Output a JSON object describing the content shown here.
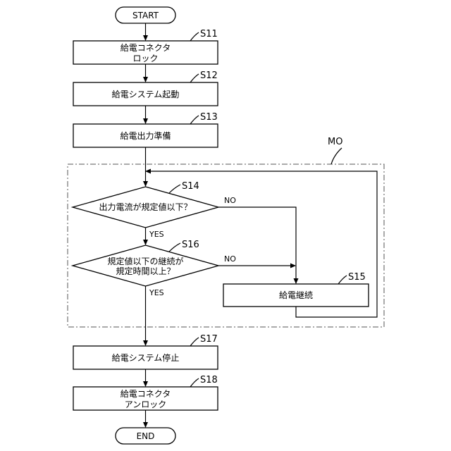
{
  "terminals": {
    "start": "START",
    "end": "END"
  },
  "steps": {
    "s11": {
      "id": "S11",
      "lines": [
        "給電コネクタ",
        "ロック"
      ]
    },
    "s12": {
      "id": "S12",
      "lines": [
        "給電システム起動"
      ]
    },
    "s13": {
      "id": "S13",
      "lines": [
        "給電出力準備"
      ]
    },
    "s14": {
      "id": "S14",
      "lines": [
        "出力電流が規定値以下？"
      ]
    },
    "s15": {
      "id": "S15",
      "lines": [
        "給電継続"
      ]
    },
    "s16": {
      "id": "S16",
      "lines": [
        "規定値以下の継続が",
        "規定時間以上？"
      ]
    },
    "s17": {
      "id": "S17",
      "lines": [
        "給電システム停止"
      ]
    },
    "s18": {
      "id": "S18",
      "lines": [
        "給電コネクタ",
        "アンロック"
      ]
    }
  },
  "branches": {
    "s14_yes": "YES",
    "s14_no": "NO",
    "s16_yes": "YES",
    "s16_no": "NO"
  },
  "region": {
    "label": "MO"
  }
}
